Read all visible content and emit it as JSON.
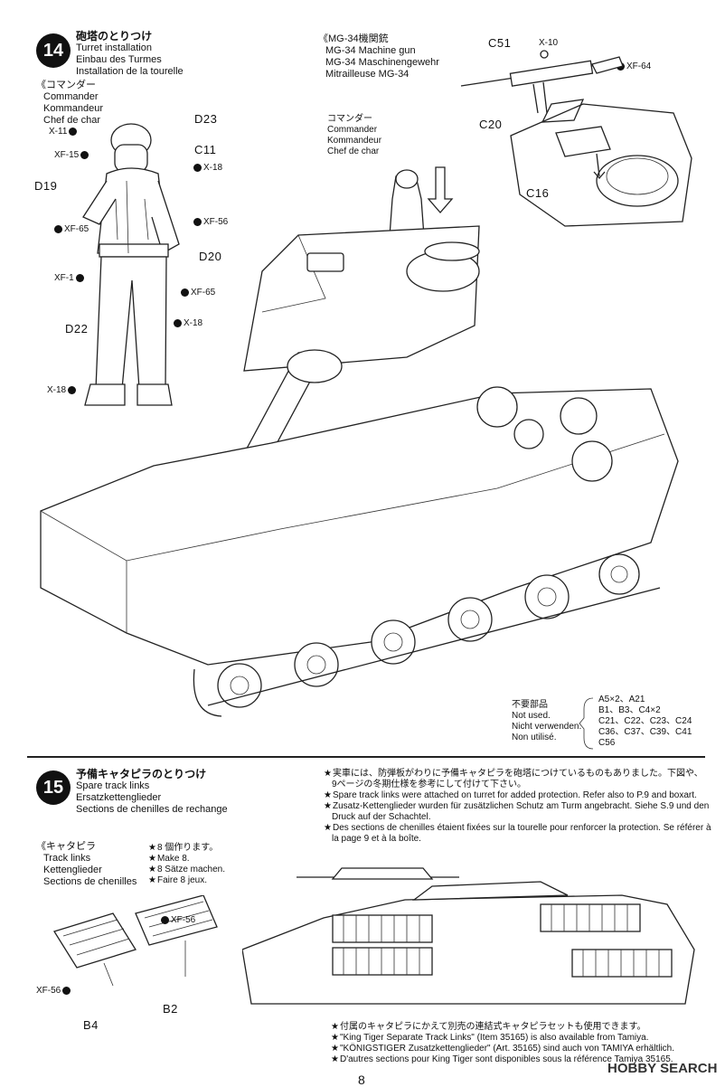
{
  "step14": {
    "number": "14",
    "title_jp": "砲塔のとりつけ",
    "title_en": "Turret installation",
    "title_de": "Einbau des Turmes",
    "title_fr": "Installation de la tourelle",
    "commander_label_jp": "《コマンダー",
    "commander_label_en": "Commander",
    "commander_label_de": "Kommandeur",
    "commander_label_fr": "Chef de char",
    "mg_label_jp": "《MG-34機関銃",
    "mg_label_en": "MG-34 Machine gun",
    "mg_label_de": "MG-34 Maschinengewehr",
    "mg_label_fr": "Mitrailleuse MG-34",
    "commander2_jp": "コマンダー",
    "commander2_en": "Commander",
    "commander2_de": "Kommandeur",
    "commander2_fr": "Chef de char",
    "parts": {
      "d23": "D23",
      "c11": "C11",
      "d19": "D19",
      "d20": "D20",
      "d22": "D22",
      "c51": "C51",
      "c20": "C20",
      "c16": "C16"
    },
    "paints": {
      "x11": "X-11",
      "xf15": "XF-15",
      "x18a": "X-18",
      "xf56": "XF-56",
      "xf65a": "XF-65",
      "xf1": "XF-1",
      "xf65b": "XF-65",
      "x18b": "X-18",
      "x18c": "X-18",
      "x10": "X-10",
      "xf64": "XF-64"
    },
    "not_used": {
      "jp": "不要部品",
      "en": "Not used.",
      "de": "Nicht verwenden.",
      "fr": "Non utilisé.",
      "line1": "A5×2、A21",
      "line2": "B1、B3、C4×2",
      "line3": "C21、C22、C23、C24",
      "line4": "C36、C37、C39、C41",
      "line5": "C56"
    }
  },
  "step15": {
    "number": "15",
    "title_jp": "予備キャタピラのとりつけ",
    "title_en": "Spare track links",
    "title_de": "Ersatzkettenglieder",
    "title_fr": "Sections de chenilles de rechange",
    "notes_top": [
      "実車には、防弾板がわりに予備キャタピラを砲塔につけているものもありました。下図や、",
      "9ページの冬期仕様を参考にして付けて下さい。",
      "Spare track links were attached on turret for added protection. Refer also to P.9 and boxart.",
      "Zusatz-Kettenglieder wurden für zusätzlichen Schutz am Turm angebracht. Siehe S.9 und den",
      "Druck auf der Schachtel.",
      "Des sections de chenilles étaient fixées sur la tourelle pour renforcer la protection. Se référer à",
      "la page 9 et à la boîte."
    ],
    "track_label_jp": "《キャタピラ",
    "track_label_en": "Track links",
    "track_label_de": "Kettenglieder",
    "track_label_fr": "Sections de chenilles",
    "make8_jp": "8 個作ります。",
    "make8_en": "Make 8.",
    "make8_de": "8 Sätze machen.",
    "make8_fr": "Faire 8 jeux.",
    "parts": {
      "b2": "B2",
      "b4": "B4"
    },
    "paints": {
      "xf56a": "XF-56",
      "xf56b": "XF-56"
    },
    "notes_bottom": [
      "付属のキャタピラにかえて別売の連結式キャタピラセットも使用できます。",
      "\"King Tiger Separate Track Links\" (Item 35165) is also available from Tamiya.",
      "\"KÖNIGSTIGER Zusatzkettenglieder\" (Art. 35165) sind auch von TAMIYA erhältlich.",
      "D'autres sections pour King Tiger sont disponibles sous la référence Tamiya 35165."
    ]
  },
  "watermark": "HOBBY SEARCH",
  "page_number": "8"
}
